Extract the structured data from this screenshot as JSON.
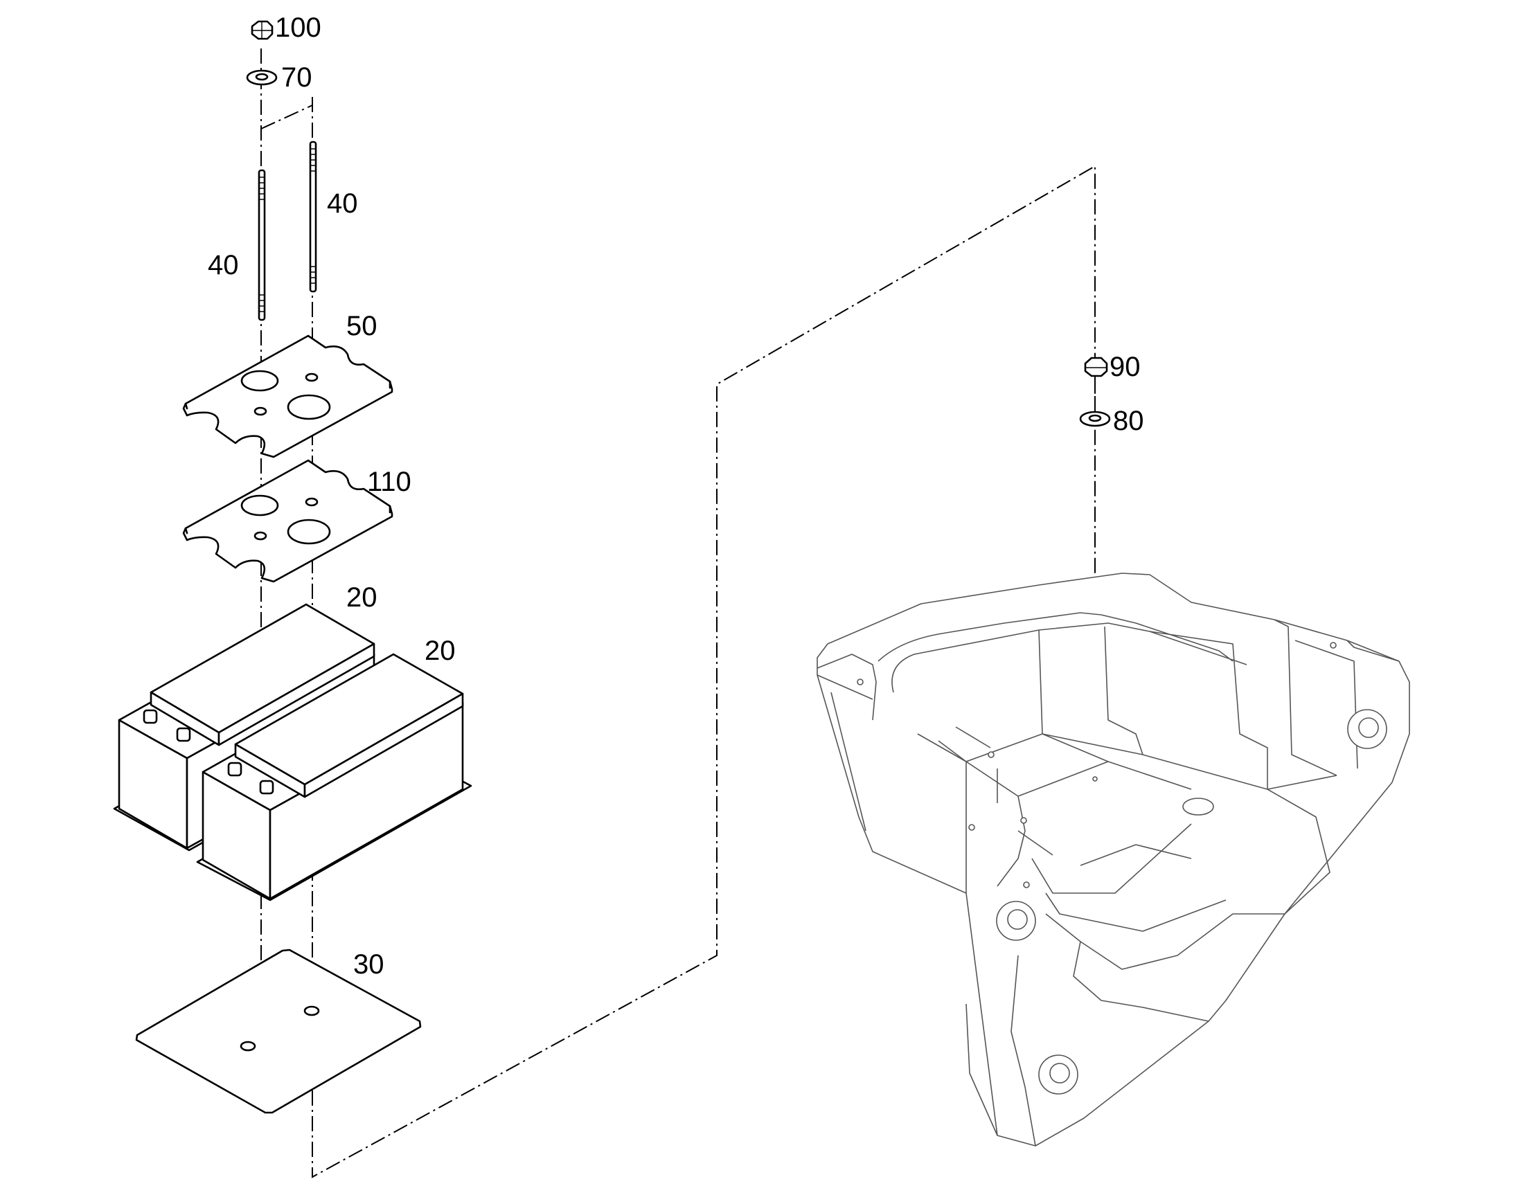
{
  "callouts": {
    "nut_top": "100",
    "washer_top": "70",
    "stud_right": "40",
    "stud_left": "40",
    "plate_upper": "50",
    "plate_lower": "110",
    "battery_rear": "20",
    "battery_front": "20",
    "base_plate": "30",
    "nut_frame": "90",
    "washer_frame": "80"
  }
}
